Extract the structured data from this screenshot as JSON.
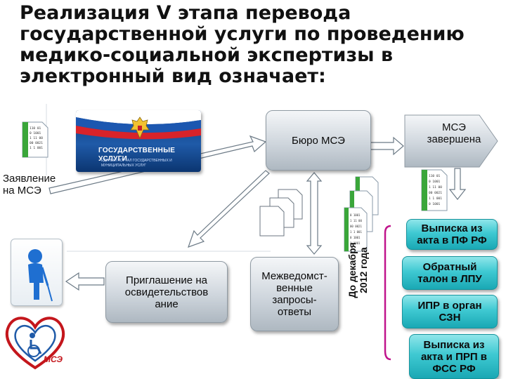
{
  "title": "Реализация V этапа перевода\nгосударственной услуги по проведению\nмедико-социальной экспертизы в\nэлектронный вид означает:",
  "emblem": {
    "text": "ГОСУДАРСТВЕННЫЕ УСЛУГИ",
    "subtext": "ЕДИНЫЙ ПОРТАЛ ГОСУДАРСТВЕННЫХ И МУНИЦИПАЛЬНЫХ УСЛУГ"
  },
  "nodes": {
    "bureau": "Бюро МСЭ",
    "mse_done": "МСЭ\nзавершена",
    "application": "Заявление\nна МСЭ",
    "invitation": "Приглашение на\nосвидетельствов\nание",
    "interagency": "Межведомст-\nвенные\nзапросы-\nответы",
    "until_december": "До декабря\n2012 года",
    "extract_pf": "Выписка из\nакта в ПФ РФ",
    "coupon_lpu": "Обратный\nталон в ЛПУ",
    "ipr_szn": "ИПР в орган\nСЗН",
    "extract_fss": "Выписка из\nакта и ПРП в\nФСС РФ"
  },
  "logo": {
    "caption": "МСЭ"
  },
  "colors": {
    "teal_box": "#3fc9d2",
    "gray_box": "#cfd6dd",
    "arrow_fill": "#ffffff",
    "arrow_stroke": "#6c7a86",
    "bracket": "#c0148c",
    "flag_white": "#ffffff",
    "flag_blue": "#1c57b0",
    "flag_red": "#d8232a",
    "logo_red": "#c4161c"
  },
  "icons": [
    "document-icon",
    "stacked-pages-icon",
    "flag-icon",
    "coat-of-arms-icon",
    "disabled-person-icon",
    "mse-logo-icon"
  ]
}
